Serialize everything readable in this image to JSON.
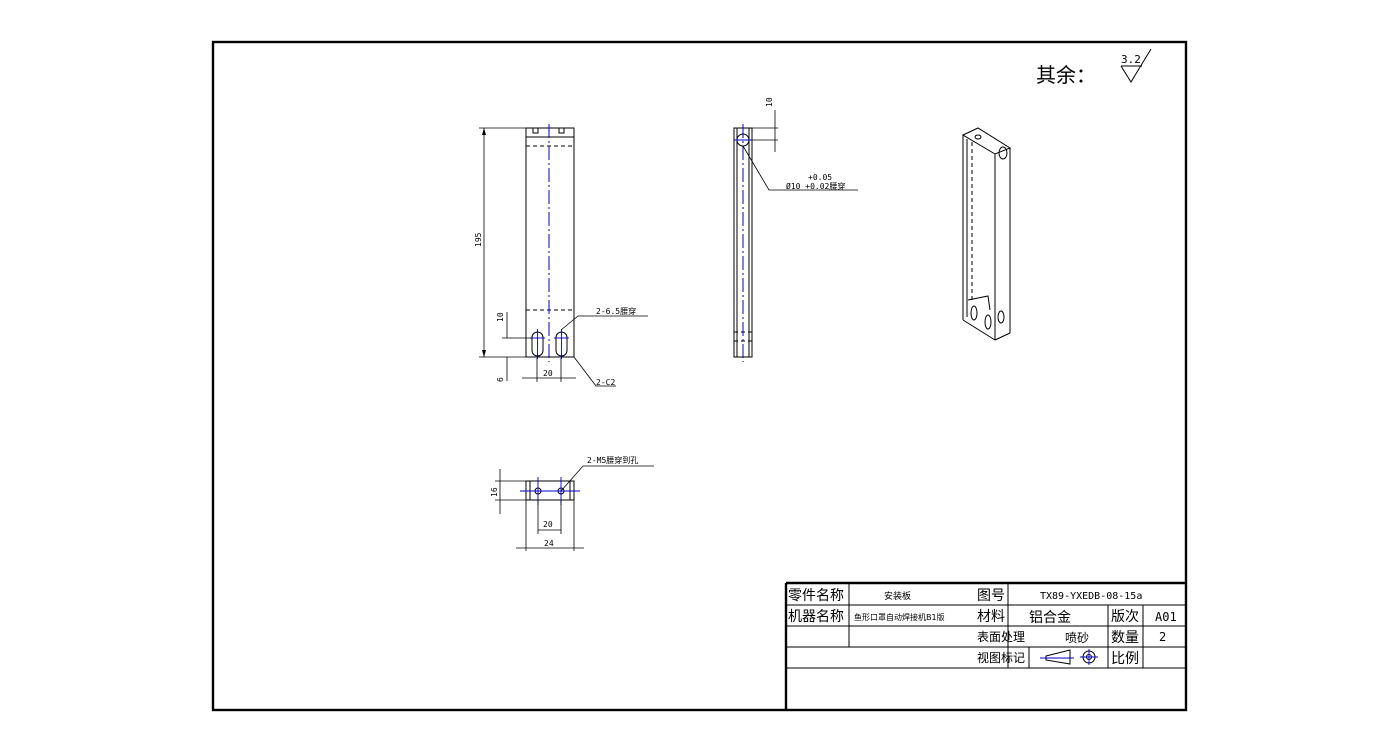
{
  "rough": {
    "label": "其余：",
    "value": "3.2"
  },
  "front": {
    "h195": "195",
    "h10": "10",
    "h6": "6",
    "w20": "20",
    "slot": "2-6.5腰穿",
    "chamfer": "2-C2"
  },
  "side": {
    "h10": "10",
    "tol_upper": "+0.05",
    "hole": "Ø10 +0.02腰穿"
  },
  "top": {
    "tap": "2-M5腰穿到孔",
    "h16": "16",
    "w20": "20",
    "w24": "24"
  },
  "title_block": {
    "part_name_label": "零件名称",
    "part_name": "安装板",
    "drawing_no_label": "图号",
    "drawing_no": "TX89-YXEDB-08-15a",
    "machine_label": "机器名称",
    "machine": "鱼形口罩自动焊接机B1版",
    "material_label": "材料",
    "material": "铝合金",
    "revision_label": "版次",
    "revision": "A01",
    "surface_label": "表面处理",
    "surface": "喷砂",
    "quantity_label": "数量",
    "quantity": "2",
    "view_label": "视图标记",
    "scale_label": "比例",
    "scale": ""
  }
}
